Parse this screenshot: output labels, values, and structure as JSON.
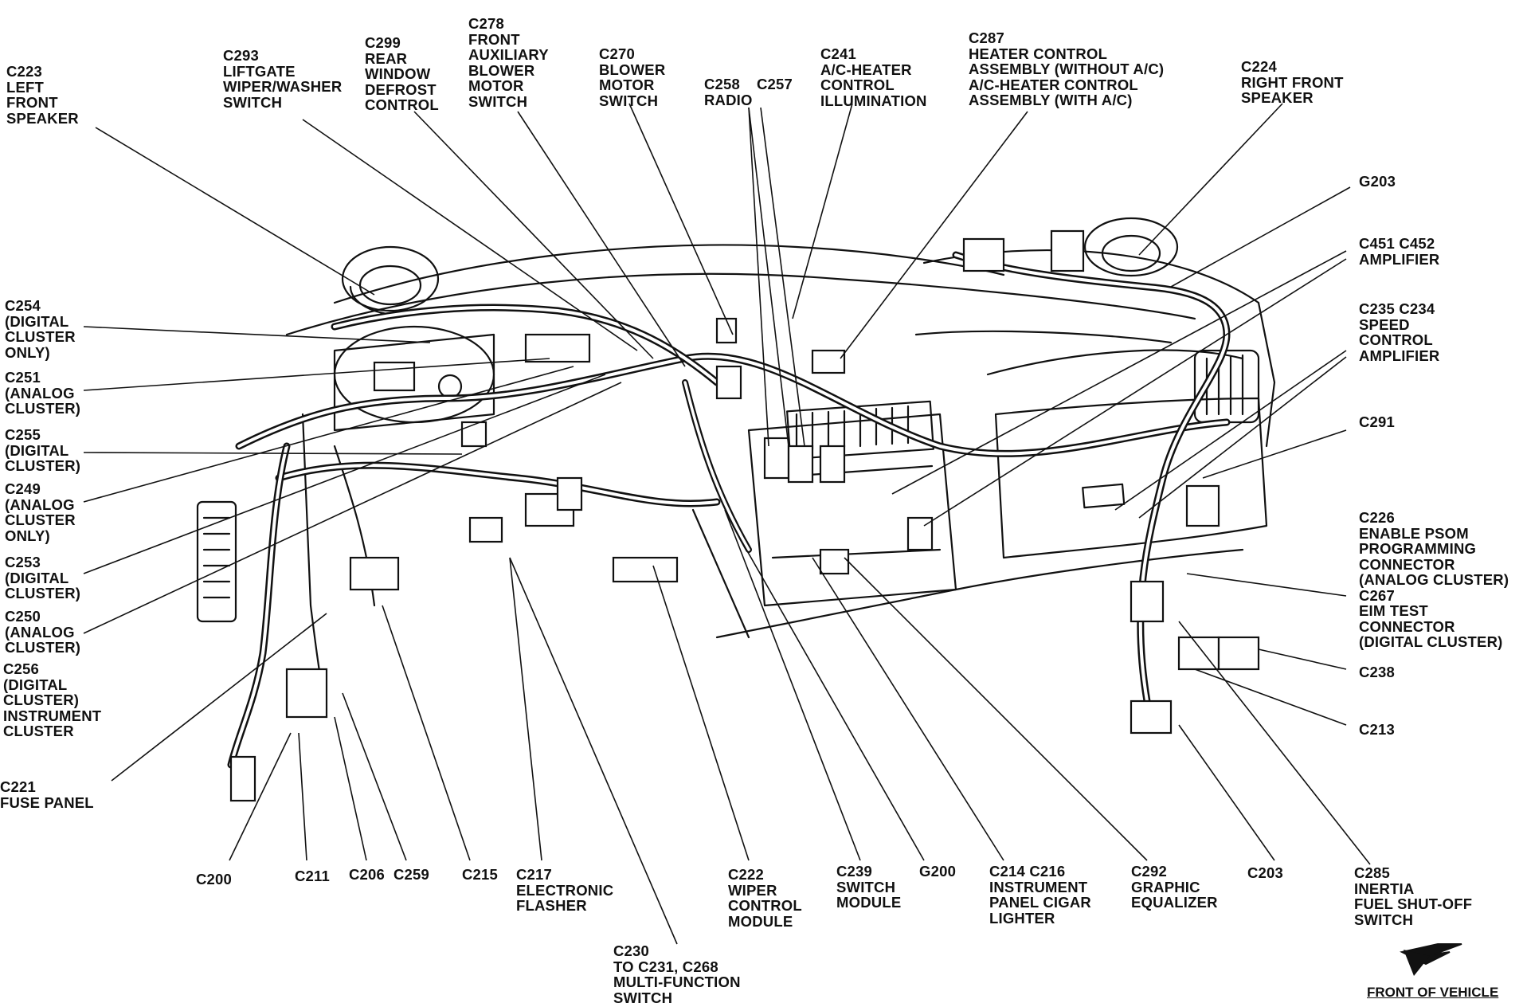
{
  "labels": {
    "c223": [
      "C223",
      "LEFT",
      "FRONT",
      "SPEAKER"
    ],
    "c293": [
      "C293",
      "LIFTGATE",
      "WIPER/WASHER",
      "SWITCH"
    ],
    "c299": [
      "C299",
      "REAR",
      "WINDOW",
      "DEFROST",
      "CONTROL"
    ],
    "c278": [
      "C278",
      "FRONT",
      "AUXILIARY",
      "BLOWER",
      "MOTOR",
      "SWITCH"
    ],
    "c270": [
      "C270",
      "BLOWER",
      "MOTOR",
      "SWITCH"
    ],
    "c258": [
      "C258",
      "RADIO"
    ],
    "c257": [
      "C257"
    ],
    "c241": [
      "C241",
      "A/C-HEATER",
      "CONTROL",
      "ILLUMINATION"
    ],
    "c287": [
      "C287",
      "HEATER CONTROL",
      "ASSEMBLY (WITHOUT A/C)",
      "A/C-HEATER CONTROL",
      "ASSEMBLY (WITH A/C)"
    ],
    "c224": [
      "C224",
      "RIGHT FRONT",
      "SPEAKER"
    ],
    "g203": [
      "G203"
    ],
    "c451": [
      "C451 C452",
      "AMPLIFIER"
    ],
    "c235": [
      "C235 C234",
      "SPEED",
      "CONTROL",
      "AMPLIFIER"
    ],
    "c291": [
      "C291"
    ],
    "c226": [
      "C226",
      "ENABLE PSOM",
      "PROGRAMMING",
      "CONNECTOR",
      "(ANALOG CLUSTER)",
      "C267",
      "EIM TEST",
      "CONNECTOR",
      "(DIGITAL CLUSTER)"
    ],
    "c238": [
      "C238"
    ],
    "c213": [
      "C213"
    ],
    "c254": [
      "C254",
      "(DIGITAL",
      "CLUSTER",
      "ONLY)"
    ],
    "c251": [
      "C251",
      "(ANALOG",
      "CLUSTER)"
    ],
    "c255": [
      "C255",
      "(DIGITAL",
      "CLUSTER)"
    ],
    "c249": [
      "C249",
      "(ANALOG",
      "CLUSTER",
      "ONLY)"
    ],
    "c253": [
      "C253",
      "(DIGITAL",
      "CLUSTER)"
    ],
    "c250": [
      "C250",
      "(ANALOG",
      "CLUSTER)"
    ],
    "c256": [
      "C256",
      "(DIGITAL",
      "CLUSTER)",
      "INSTRUMENT",
      "CLUSTER"
    ],
    "c221": [
      "C221",
      "FUSE PANEL"
    ],
    "c200": [
      "C200"
    ],
    "c211": [
      "C211"
    ],
    "c206": [
      "C206"
    ],
    "c259": [
      "C259"
    ],
    "c215": [
      "C215"
    ],
    "c217": [
      "C217",
      "ELECTRONIC",
      "FLASHER"
    ],
    "c230": [
      "C230",
      "TO C231, C268",
      "MULTI-FUNCTION",
      "SWITCH"
    ],
    "c222": [
      "C222",
      "WIPER",
      "CONTROL",
      "MODULE"
    ],
    "c239": [
      "C239",
      "SWITCH",
      "MODULE"
    ],
    "g200": [
      "G200"
    ],
    "c214": [
      "C214 C216",
      "INSTRUMENT",
      "PANEL CIGAR",
      "LIGHTER"
    ],
    "c292": [
      "C292",
      "GRAPHIC",
      "EQUALIZER"
    ],
    "c203": [
      "C203"
    ],
    "c285": [
      "C285",
      "INERTIA",
      "FUEL SHUT-OFF",
      "SWITCH"
    ]
  },
  "front_of_vehicle": "FRONT OF VEHICLE"
}
